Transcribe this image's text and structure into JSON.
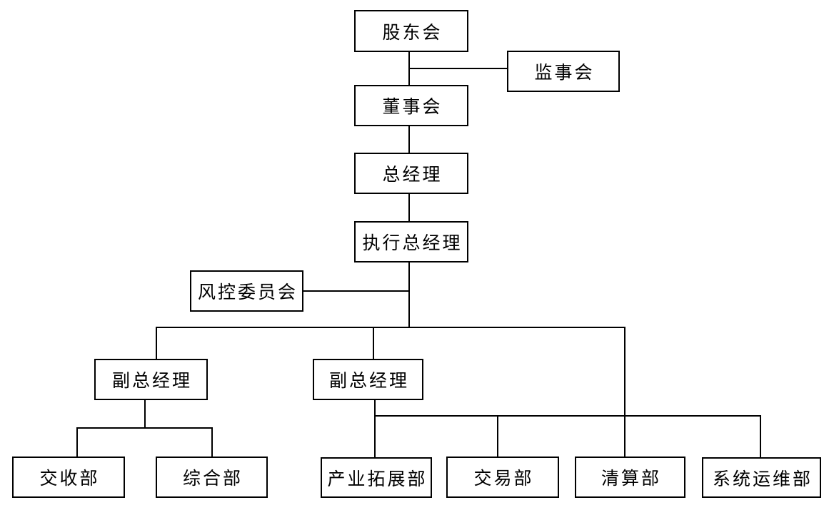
{
  "diagram": {
    "type": "org-chart",
    "title": "",
    "colors": {
      "background": "#ffffff",
      "box_fill": "#ffffff",
      "box_border": "#000000",
      "line": "#000000",
      "text": "#000000"
    },
    "nodes": {
      "shareholders": {
        "label": "股东会",
        "level": 1
      },
      "supervisory_board": {
        "label": "监事会",
        "level": 1
      },
      "board_of_directors": {
        "label": "董事会",
        "level": 2
      },
      "general_manager": {
        "label": "总经理",
        "level": 3
      },
      "executive_general_manager": {
        "label": "执行总经理",
        "level": 4
      },
      "risk_control_committee": {
        "label": "风控委员会",
        "level": 4
      },
      "deputy_general_manager_left": {
        "label": "副总经理",
        "level": 5
      },
      "deputy_general_manager_right": {
        "label": "副总经理",
        "level": 5
      },
      "settlement_delivery_dept": {
        "label": "交收部",
        "level": 6
      },
      "general_affairs_dept": {
        "label": "综合部",
        "level": 6
      },
      "industry_expansion_dept": {
        "label": "产业拓展部",
        "level": 6
      },
      "trading_dept": {
        "label": "交易部",
        "level": 6
      },
      "clearing_dept": {
        "label": "清算部",
        "level": 6
      },
      "system_operations_dept": {
        "label": "系统运维部",
        "level": 6
      }
    }
  }
}
